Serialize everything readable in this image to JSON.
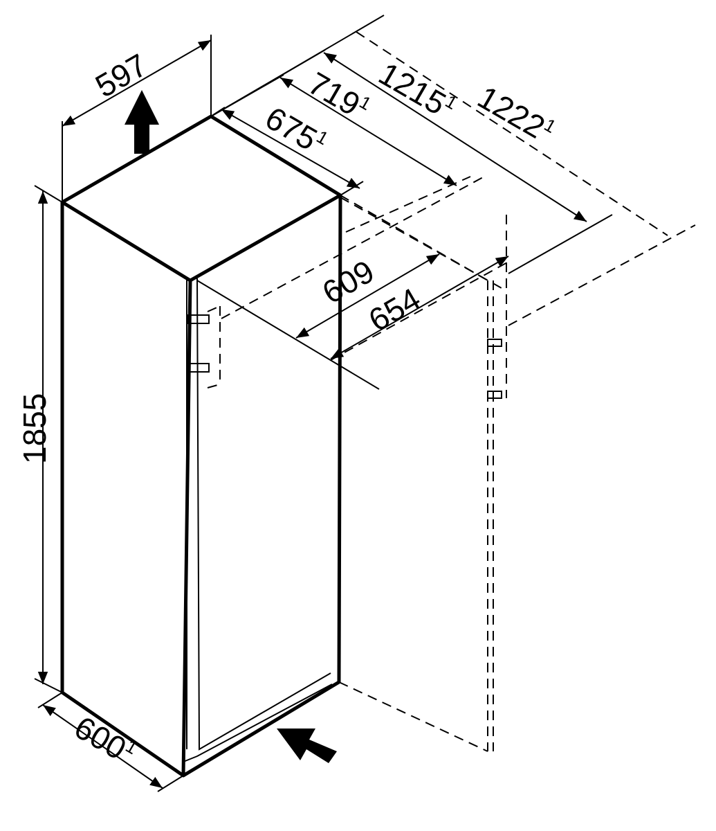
{
  "dimensions": {
    "width": "597",
    "depth_door": "675",
    "depth_door_sup": "1",
    "depth_719": "719",
    "depth_719_sup": "1",
    "depth_1215": "1215",
    "depth_1215_sup": "1",
    "depth_1222": "1222",
    "depth_1222_sup": "1",
    "depth_609": "609",
    "depth_654": "654",
    "height": "1855",
    "width_bottom": "600",
    "width_bottom_sup": "1"
  },
  "icons": {
    "top_arrow": "ventilation-up-arrow-icon",
    "bottom_arrow": "airflow-in-arrow-icon"
  }
}
